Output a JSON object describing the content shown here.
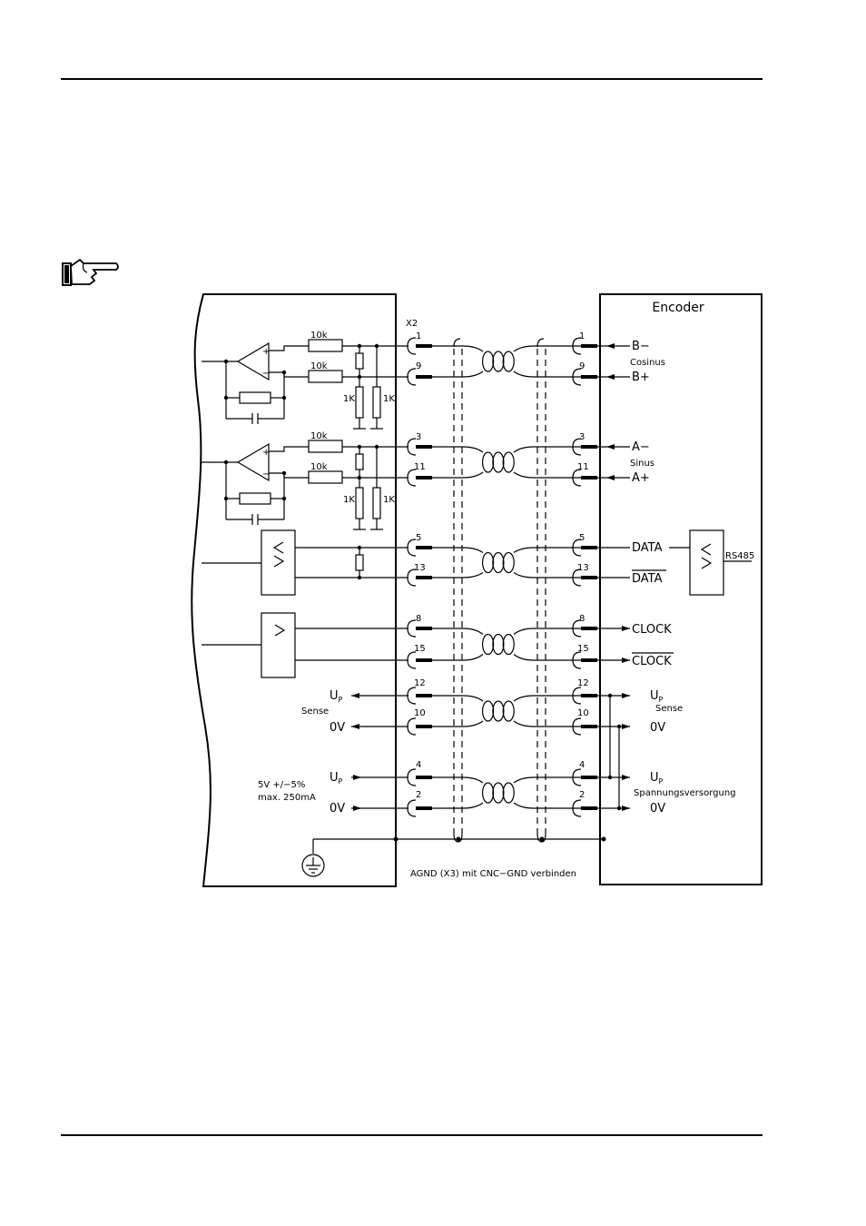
{
  "diagram": {
    "connector_title": "X2",
    "encoder_title": "Encoder",
    "resistor_10k": "10k",
    "resistor_1k": "1K",
    "rs485": "RS485",
    "signal_groups": [
      {
        "pins": [
          "1",
          "9"
        ],
        "signals": [
          "B−",
          "B+"
        ],
        "group_label": "Cosinus"
      },
      {
        "pins": [
          "3",
          "11"
        ],
        "signals": [
          "A−",
          "A+"
        ],
        "group_label": "Sinus"
      },
      {
        "pins": [
          "5",
          "13"
        ],
        "signals": [
          "DATA",
          "DATA"
        ]
      },
      {
        "pins": [
          "8",
          "15"
        ],
        "signals": [
          "CLOCK",
          "CLOCK"
        ]
      }
    ],
    "supply_groups": [
      {
        "pins": [
          "12",
          "10"
        ],
        "left": [
          "U",
          "0V"
        ],
        "right": [
          "U",
          "0V"
        ],
        "sub": "P",
        "left_label": "Sense",
        "right_label": "Sense"
      },
      {
        "pins": [
          "4",
          "2"
        ],
        "left": [
          "U",
          "0V"
        ],
        "right": [
          "U",
          "0V"
        ],
        "sub": "P",
        "left_label": [
          "5V +/−5%",
          "max. 250mA"
        ],
        "right_label": "Spannungsversorgung"
      }
    ],
    "ground_note": "AGND (X3) mit CNC−GND verbinden"
  }
}
